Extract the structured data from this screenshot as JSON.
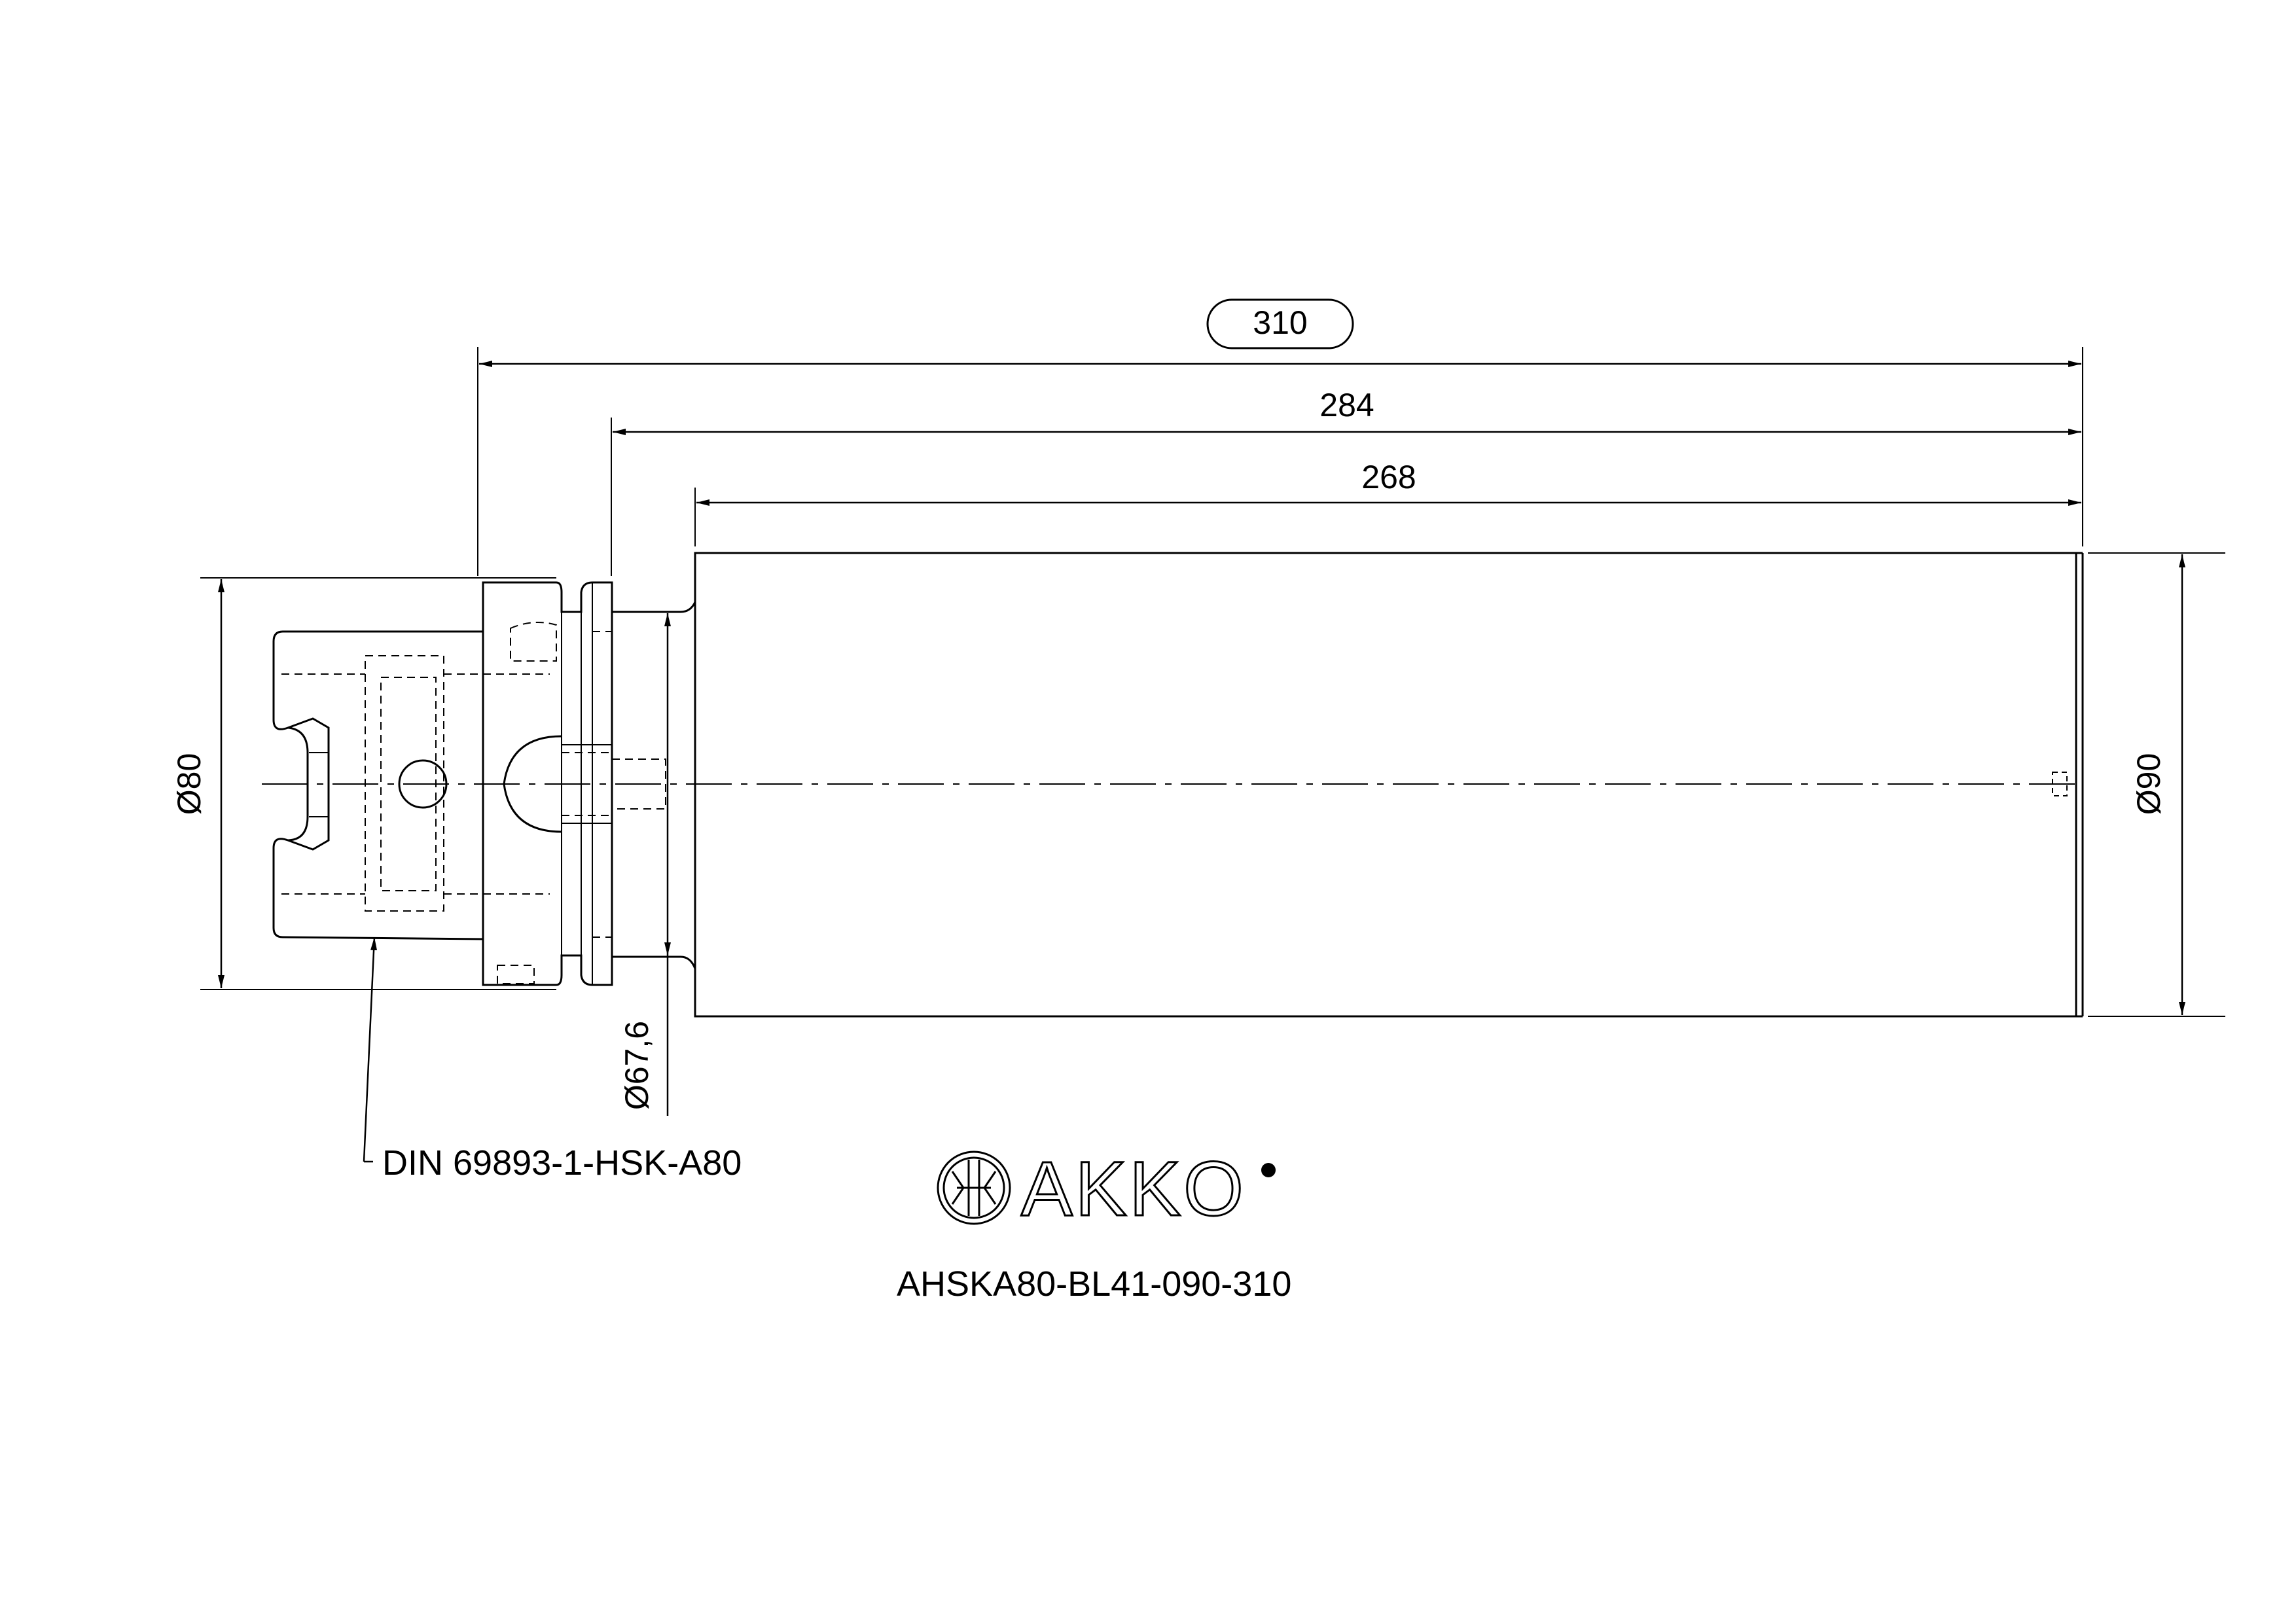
{
  "dimensions": {
    "overall_length": "310",
    "length_from_flange": "284",
    "body_length": "268",
    "shank_diameter": "Ø80",
    "body_diameter": "Ø90",
    "neck_diameter": "Ø67,6"
  },
  "labels": {
    "standard": "DIN 69893-1-HSK-A80",
    "part_number": "AHSKA80-BL41-090-310"
  },
  "brand": {
    "name": "AKKO",
    "logo_icon": "akko-logo-icon"
  },
  "colors": {
    "line": "#000000",
    "background": "#ffffff"
  }
}
